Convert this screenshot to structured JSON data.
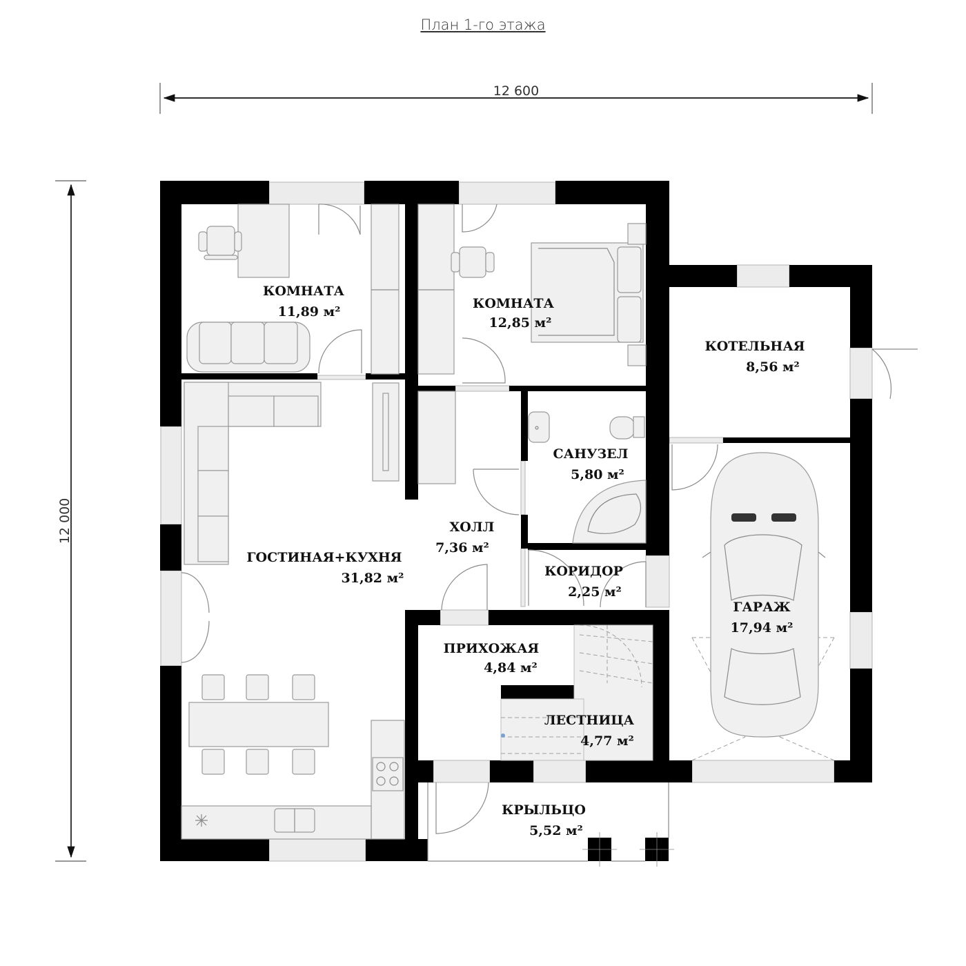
{
  "title": "План 1-го этажа",
  "dimensions": {
    "width_label": "12 600",
    "height_label": "12 000"
  },
  "rooms": [
    {
      "id": "room1",
      "name": "КОМНАТА",
      "area": "11,89 м²"
    },
    {
      "id": "room2",
      "name": "КОМНАТА",
      "area": "12,85 м²"
    },
    {
      "id": "boiler",
      "name": "КОТЕЛЬНАЯ",
      "area": "8,56 м²"
    },
    {
      "id": "bath",
      "name": "САНУЗЕЛ",
      "area": "5,80 м²"
    },
    {
      "id": "hall",
      "name": "ХОЛЛ",
      "area": "7,36 м²"
    },
    {
      "id": "living",
      "name": "ГОСТИНАЯ+КУХНЯ",
      "area": "31,82 м²"
    },
    {
      "id": "corridor",
      "name": "КОРИДОР",
      "area": "2,25 м²"
    },
    {
      "id": "garage",
      "name": "ГАРАЖ",
      "area": "17,94 м²"
    },
    {
      "id": "entry",
      "name": "ПРИХОЖАЯ",
      "area": "4,84 м²"
    },
    {
      "id": "stairs",
      "name": "ЛЕСТНИЦА",
      "area": "4,77 м²"
    },
    {
      "id": "porch",
      "name": "КРЫЛЬЦО",
      "area": "5,52 м²"
    }
  ]
}
